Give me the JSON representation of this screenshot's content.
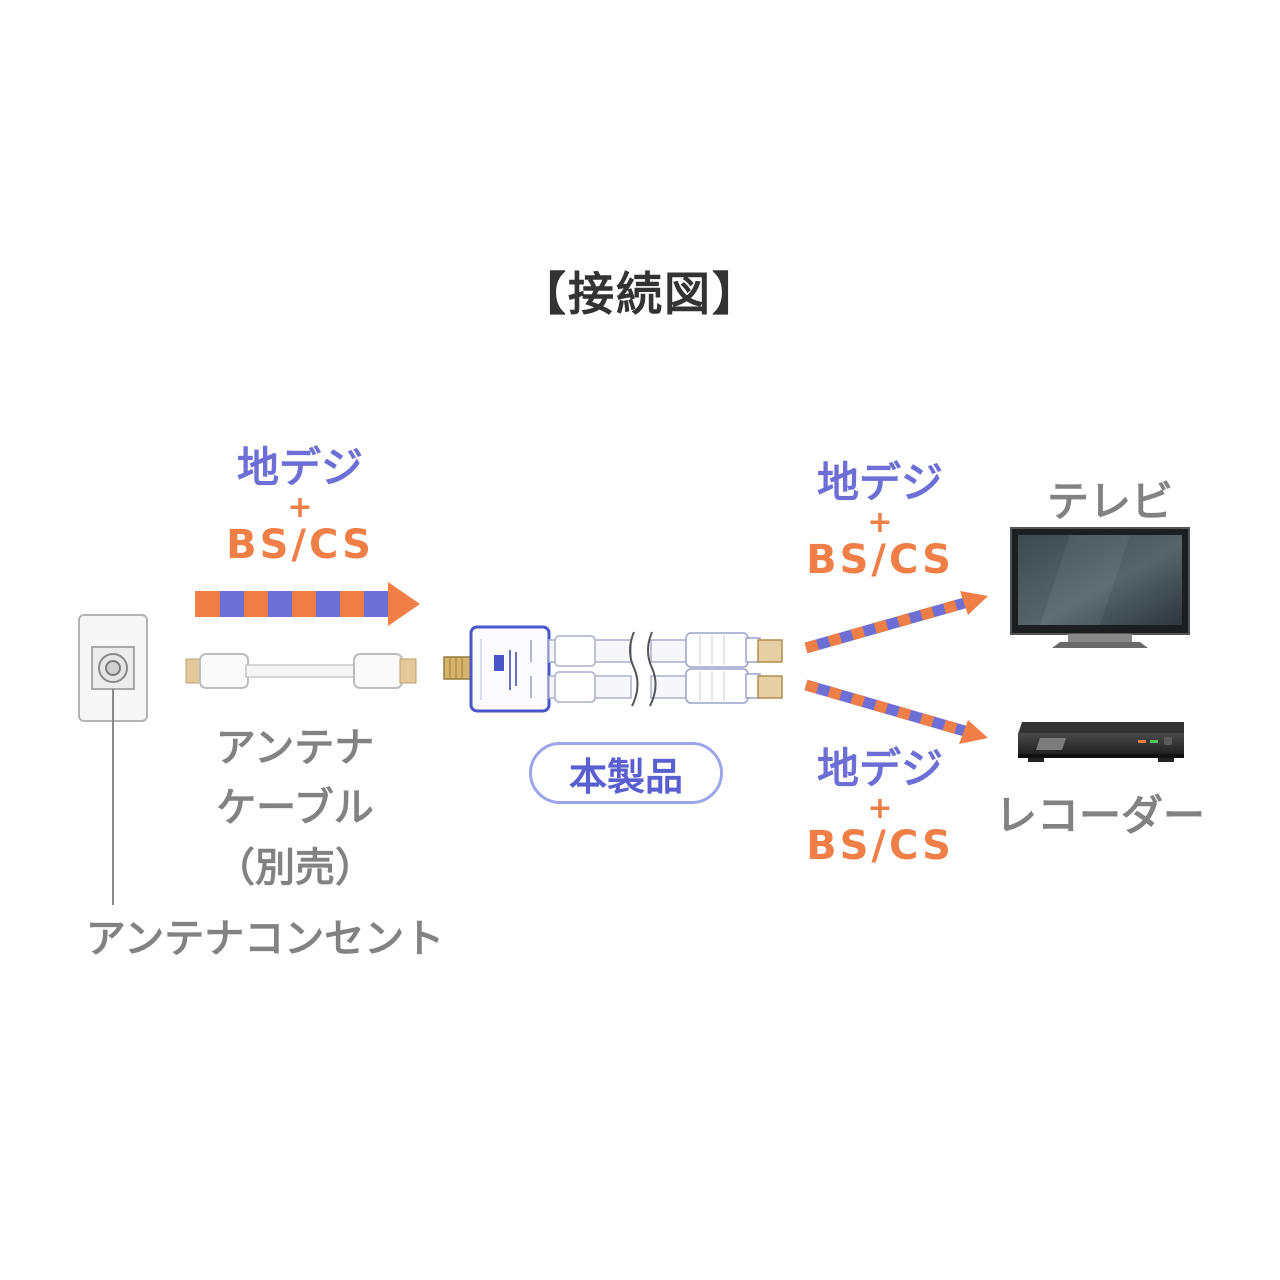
{
  "title": "【接続図】",
  "signal": {
    "digital": "地デジ",
    "plus": "+",
    "satellite": "BS/CS"
  },
  "labels": {
    "cable_line1": "アンテナ",
    "cable_line2": "ケーブル",
    "cable_line3": "（別売）",
    "outlet": "アンテナコンセント",
    "product": "本製品",
    "tv": "テレビ",
    "recorder": "レコーダー"
  },
  "colors": {
    "blue": "#6e6fd6",
    "orange": "#f07e47",
    "gray": "#828282",
    "badge_border": "#9ea4ea"
  }
}
